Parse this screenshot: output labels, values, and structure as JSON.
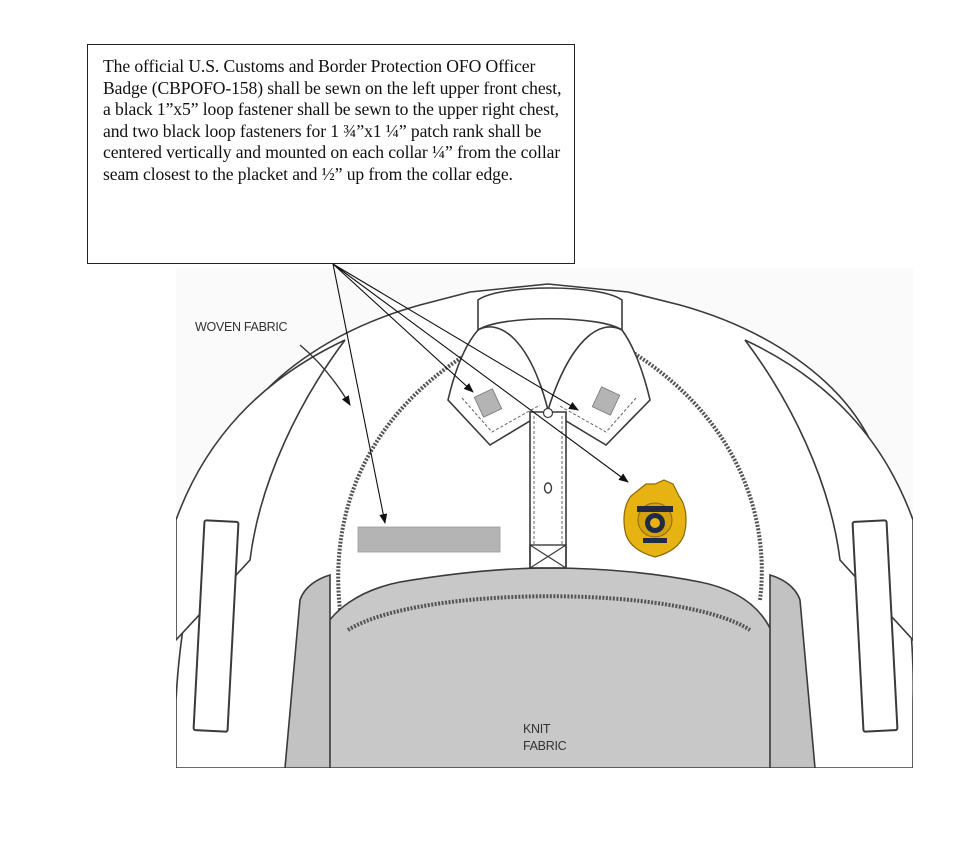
{
  "callout": {
    "text": "The official U.S. Customs and Border Protection OFO Officer Badge (CBPOFO-158) shall be sewn on the left upper front chest, a black 1”x5” loop fastener shall be sewn to the upper right chest, and two black loop fasteners for 1 ¾”x1 ¼” patch rank shall be centered vertically and mounted on each collar ¼” from the collar seam closest to the placket and ½” up from the collar edge."
  },
  "labels": {
    "woven": "WOVEN FABRIC",
    "knit_line1": "KNIT",
    "knit_line2": "FABRIC"
  },
  "colors": {
    "outline": "#3a3a3a",
    "knit_fill": "#c8c8c8",
    "patch_fill": "#b4b4b4",
    "badge_gold": "#e6b312",
    "badge_dark": "#1f2a44"
  }
}
